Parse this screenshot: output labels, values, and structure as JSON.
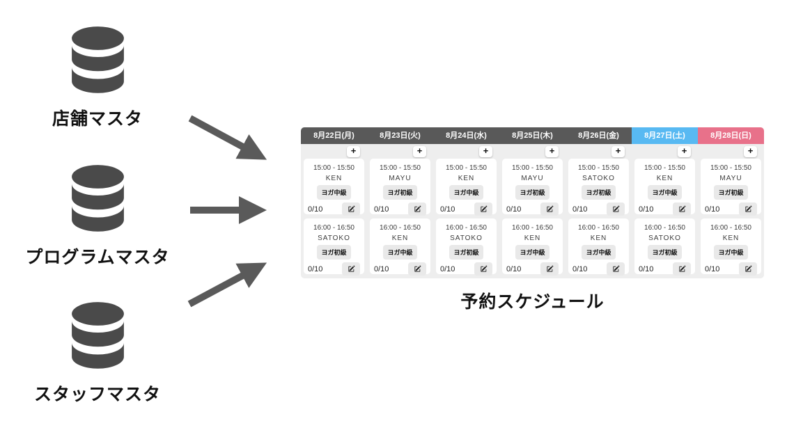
{
  "diagram": {
    "sources": [
      {
        "label": "店舗マスタ"
      },
      {
        "label": "プログラムマスタ"
      },
      {
        "label": "スタッフマスタ"
      }
    ],
    "target_title": "予約スケジュール"
  },
  "schedule": {
    "add_button_label": "+",
    "capacity": "0/10",
    "columns": [
      {
        "date": "8月22日(月)",
        "type": "weekday",
        "slots": [
          {
            "time": "15:00 - 15:50",
            "staff": "KEN",
            "program": "ヨガ中級"
          },
          {
            "time": "16:00 - 16:50",
            "staff": "SATOKO",
            "program": "ヨガ初級"
          }
        ]
      },
      {
        "date": "8月23日(火)",
        "type": "weekday",
        "slots": [
          {
            "time": "15:00 - 15:50",
            "staff": "MAYU",
            "program": "ヨガ初級"
          },
          {
            "time": "16:00 - 16:50",
            "staff": "KEN",
            "program": "ヨガ中級"
          }
        ]
      },
      {
        "date": "8月24日(水)",
        "type": "weekday",
        "slots": [
          {
            "time": "15:00 - 15:50",
            "staff": "KEN",
            "program": "ヨガ中級"
          },
          {
            "time": "16:00 - 16:50",
            "staff": "SATOKO",
            "program": "ヨガ初級"
          }
        ]
      },
      {
        "date": "8月25日(木)",
        "type": "weekday",
        "slots": [
          {
            "time": "15:00 - 15:50",
            "staff": "MAYU",
            "program": "ヨガ初級"
          },
          {
            "time": "16:00 - 16:50",
            "staff": "KEN",
            "program": "ヨガ中級"
          }
        ]
      },
      {
        "date": "8月26日(金)",
        "type": "weekday",
        "slots": [
          {
            "time": "15:00 - 15:50",
            "staff": "SATOKO",
            "program": "ヨガ初級"
          },
          {
            "time": "16:00 - 16:50",
            "staff": "KEN",
            "program": "ヨガ中級"
          }
        ]
      },
      {
        "date": "8月27日(土)",
        "type": "saturday",
        "slots": [
          {
            "time": "15:00 - 15:50",
            "staff": "KEN",
            "program": "ヨガ中級"
          },
          {
            "time": "16:00 - 16:50",
            "staff": "SATOKO",
            "program": "ヨガ初級"
          }
        ]
      },
      {
        "date": "8月28日(日)",
        "type": "sunday",
        "slots": [
          {
            "time": "15:00 - 15:50",
            "staff": "MAYU",
            "program": "ヨガ初級"
          },
          {
            "time": "16:00 - 16:50",
            "staff": "KEN",
            "program": "ヨガ中級"
          }
        ]
      }
    ],
    "colors": {
      "weekday_header": "#595959",
      "saturday_header": "#58b9f2",
      "sunday_header": "#e8718a"
    }
  },
  "theme": {
    "database_icon_color": "#4a4a4a",
    "arrow_color": "#5a5a5a"
  }
}
